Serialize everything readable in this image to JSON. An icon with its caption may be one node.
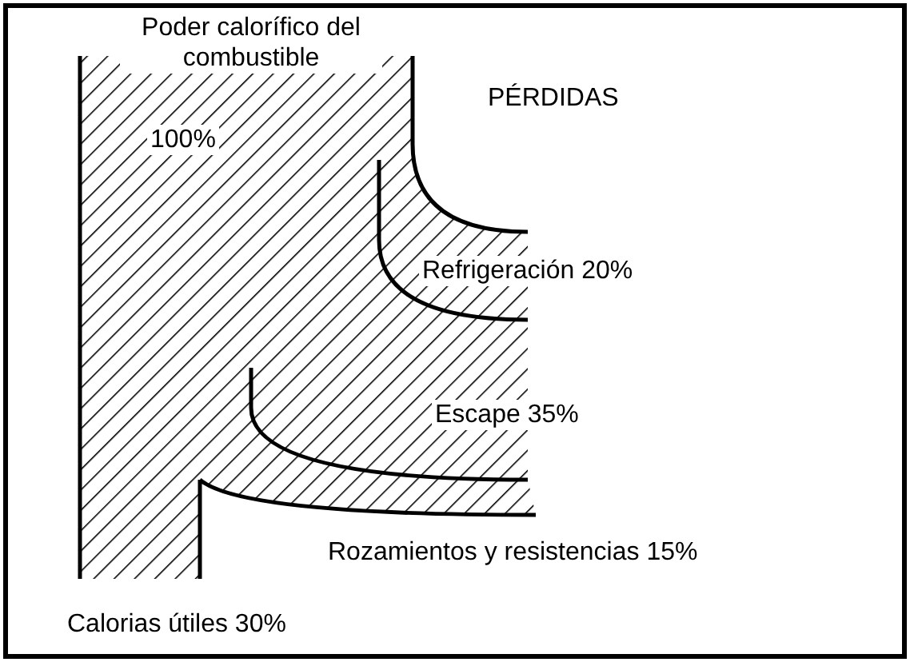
{
  "diagram": {
    "labels": [
      "Poder calorífico del combustible",
      "100%",
      "PÉRDIDAS",
      "Refrigeración 20%",
      "Escape 35%",
      "Rozamientos y resistencias 15%",
      "Calorias útiles 30%"
    ]
  }
}
